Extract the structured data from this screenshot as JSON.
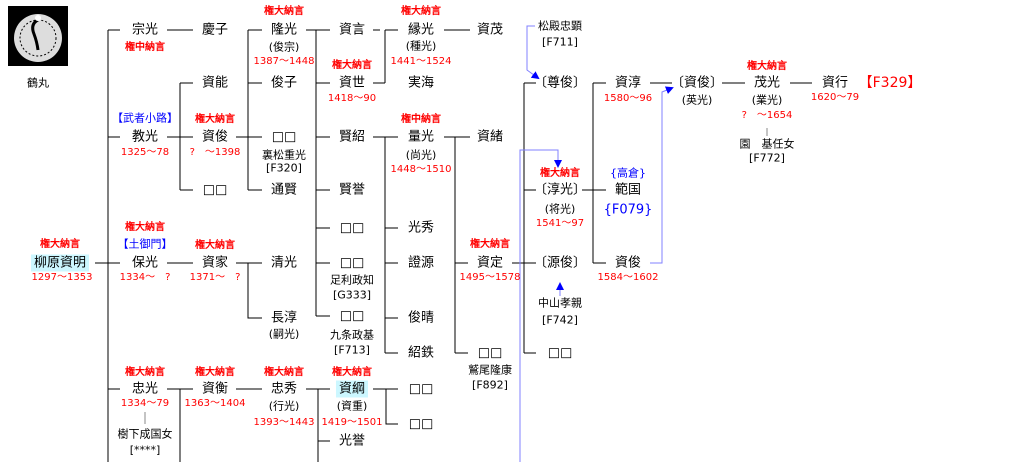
{
  "crest": {
    "name": "鶴丸"
  },
  "root": {
    "title": "権大納言",
    "name": "柳原資明",
    "years": "1297〜1353"
  },
  "g1": {
    "munemitsu": {
      "name": "宗光",
      "title": "権中納言"
    },
    "norimitsu": {
      "house": "【武者小路】",
      "name": "教光",
      "years": "1325〜78"
    },
    "yasumitsu": {
      "title": "権大納言",
      "house": "【土御門】",
      "name": "保光",
      "years": "1334〜　?"
    },
    "tadamitsu": {
      "title": "権大納言",
      "name": "忠光",
      "years": "1334〜79",
      "spouse": "樹下成国女",
      "spouse_ref": "[****]"
    }
  },
  "g2": {
    "keishi": "慶子",
    "sukeyoshi": "資能",
    "suketoshi": {
      "title": "権大納言",
      "name": "資俊",
      "years": "?　〜1398"
    },
    "unknown": "□□",
    "sukeie": {
      "title": "権大納言",
      "name": "資家",
      "years": "1371〜　?"
    },
    "sukehira": {
      "title": "権大納言",
      "name": "資衡",
      "years": "1363〜1404"
    }
  },
  "g3": {
    "takamitsu": {
      "title": "権大納言",
      "name": "隆光",
      "alias": "(俊宗)",
      "years": "1387〜1448"
    },
    "shunshi": "俊子",
    "unknown": {
      "name": "□□",
      "note": "裏松重光",
      "ref": "[F320]"
    },
    "michikata": "通賢",
    "kiyomitsu": "清光",
    "nagaatsu": {
      "name": "長淳",
      "alias": "(嗣光)"
    },
    "tadahide": {
      "title": "権大納言",
      "name": "忠秀",
      "alias": "(行光)",
      "years": "1393〜1443"
    }
  },
  "g4": {
    "sukekoto": "資言",
    "sukeyo": {
      "title": "権大納言",
      "name": "資世",
      "years": "1418〜90"
    },
    "kensho": "賢紹",
    "kenyo": "賢誉",
    "u1": "□□",
    "u2": {
      "name": "□□",
      "note": "足利政知",
      "ref": "[G333]"
    },
    "u3": {
      "name": "□□",
      "note": "九条政基",
      "ref": "[F713]"
    },
    "suketsuna": {
      "title": "権大納言",
      "name": "資綱",
      "alias": "(資重)",
      "years": "1419〜1501"
    },
    "koyo": "光誉"
  },
  "g5": {
    "yorimitsu": {
      "title": "権大納言",
      "name": "縁光",
      "alias": "(種光)",
      "years": "1441〜1524"
    },
    "jikkai": "実海",
    "kazumitsu": {
      "title": "権中納言",
      "name": "量光",
      "alias": "(尚光)",
      "years": "1448〜1510"
    },
    "mitsuhide": "光秀",
    "shogen": "證源",
    "shunsei": "俊晴",
    "shotetsu": "紹鉄",
    "u1": "□□",
    "u2": "□□"
  },
  "g6": {
    "sukeshige": "資茂",
    "suketsugu": "資緒",
    "suketada": {
      "title": "権大納言",
      "name": "資定",
      "years": "1495〜1578"
    },
    "u1": {
      "name": "□□",
      "note": "鷲尾隆康",
      "ref": "[F892]"
    }
  },
  "g7": {
    "matsudono": {
      "name": "松殿忠顕",
      "ref": "[F711]"
    },
    "sonshun": "〔尊俊〕",
    "atsumitsu": {
      "title": "権大納言",
      "name": "〔淳光〕",
      "alias": "(将光)",
      "years": "1541〜97"
    },
    "genshun": "〔源俊〕",
    "nakayama": {
      "name": "中山孝親",
      "ref": "[F742]"
    },
    "u1": "□□"
  },
  "g8": {
    "sukeatsu": {
      "name": "資淳",
      "years": "1580〜96"
    },
    "norikuni": {
      "house": "{高倉}",
      "name": "範国",
      "ref": "{F079}"
    },
    "suketoshi": {
      "name": "資俊",
      "years": "1584〜1602"
    }
  },
  "g9": {
    "suketoshi2": {
      "name": "〔資俊〕",
      "alias": "(英光)"
    },
    "shigemitsu": {
      "title": "権大納言",
      "name": "茂光",
      "alias": "(業光)",
      "years": "?　〜1654",
      "spouse": "園　基任女",
      "spouse_ref": "[F772]"
    },
    "sukeyuki": {
      "name": "資行",
      "years": "1620〜79",
      "ref": "【F329】"
    }
  }
}
